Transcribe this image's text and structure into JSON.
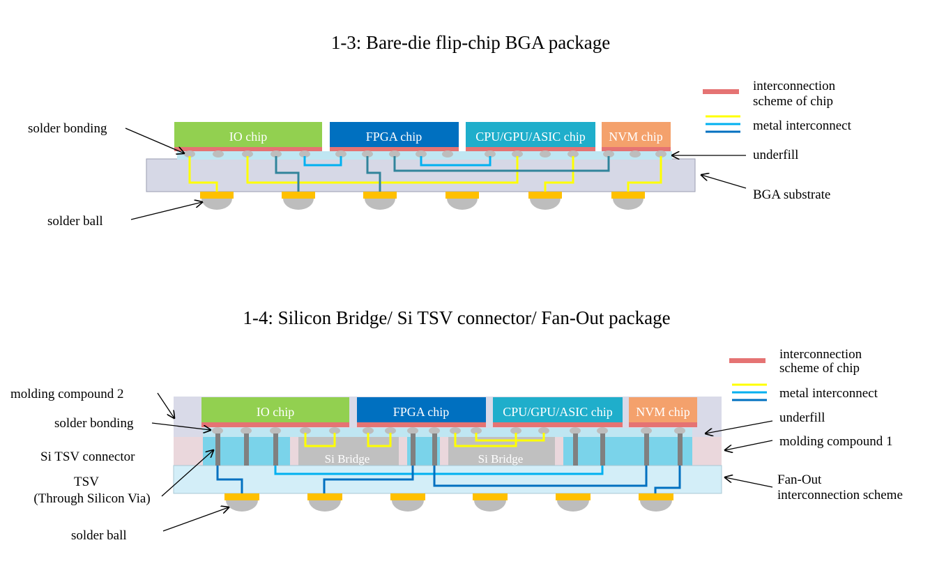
{
  "top": {
    "title": "1-3: Bare-die flip-chip BGA package",
    "chips": [
      "IO chip",
      "FPGA chip",
      "CPU/GPU/ASIC chip",
      "NVM chip"
    ],
    "labels": {
      "solder_bonding": "solder bonding",
      "solder_ball": "solder ball",
      "underfill": "underfill",
      "substrate": "BGA substrate"
    },
    "legend": {
      "interconnection_line1": "interconnection",
      "interconnection_line2": "scheme of chip",
      "metal": "metal interconnect"
    }
  },
  "bottom": {
    "title": "1-4: Silicon Bridge/ Si TSV connector/ Fan-Out package",
    "chips": [
      "IO chip",
      "FPGA chip",
      "CPU/GPU/ASIC chip",
      "NVM chip"
    ],
    "bridge_label": "Si Bridge",
    "labels": {
      "molding2": "molding compound 2",
      "solder_bonding": "solder bonding",
      "tsv_connector": "Si TSV connector",
      "tsv_line1": "TSV",
      "tsv_line2": "(Through Silicon Via)",
      "solder_ball": "solder ball",
      "underfill": "underfill",
      "molding1": "molding compound 1",
      "fanout_line1": "Fan-Out",
      "fanout_line2": "interconnection scheme"
    },
    "legend": {
      "interconnection_line1": "interconnection",
      "interconnection_line2": "scheme of chip",
      "metal": "metal interconnect"
    }
  },
  "colors": {
    "io": "#92d050",
    "fpga": "#0070c0",
    "cpu": "#1faecb",
    "nvm": "#f4a16c",
    "scheme": "#e57373",
    "substrate": "#d6d8e6",
    "underfill": "#bfe6f2",
    "bump": "#bdbdbd",
    "ball_pad": "#ffc000",
    "yellow": "#ffff00",
    "light_blue": "#00b0f0",
    "dark_teal": "#31849b",
    "dark_blue": "#0070c0",
    "tsv_fill": "#7ad3ea",
    "bridge": "#c0c0c0",
    "mold1": "#ead7dc",
    "mold2": "#d9dae8",
    "fanout": "#d3eef8",
    "tsv_via": "#808080"
  }
}
